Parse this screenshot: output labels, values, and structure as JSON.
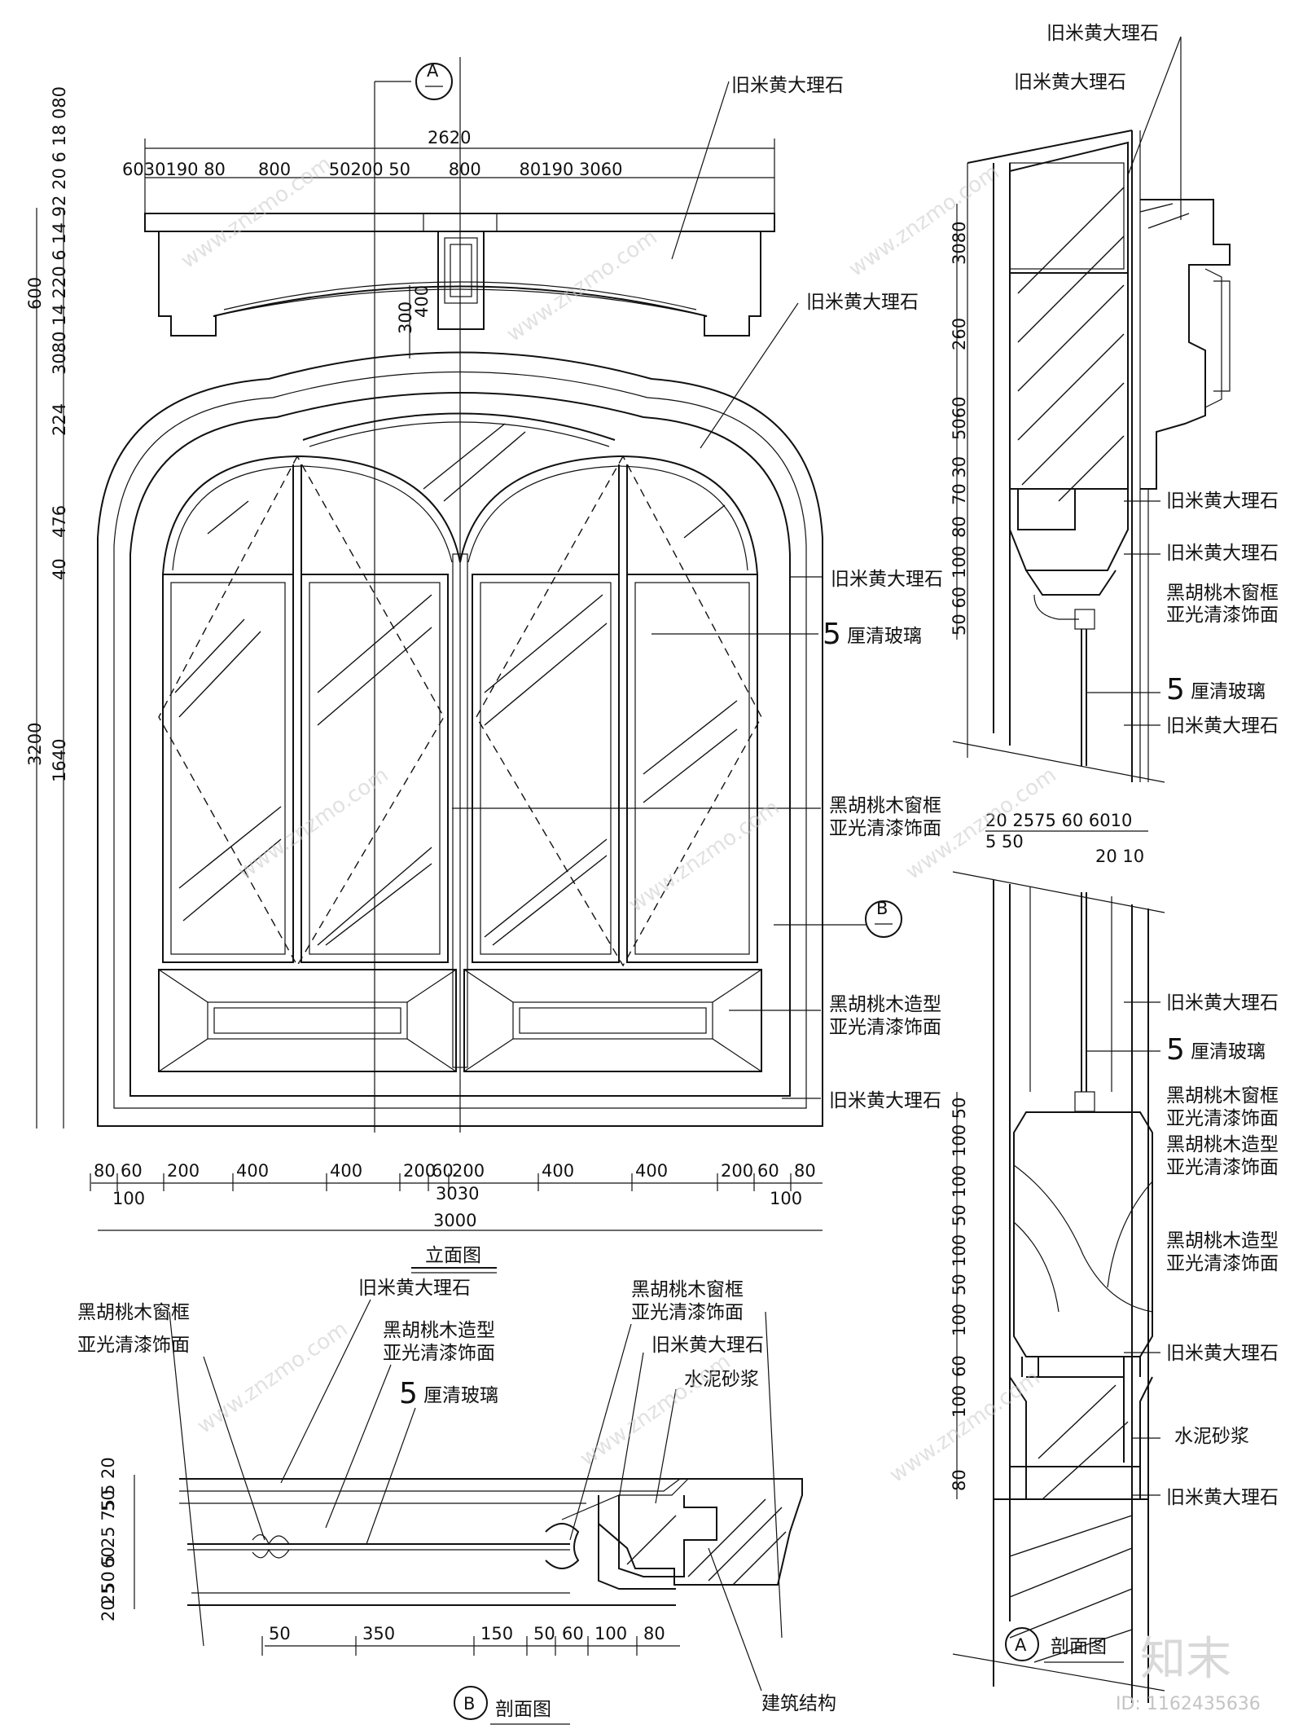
{
  "labels": {
    "marble": "旧米黄大理石",
    "glass_5mm": "厘清玻璃",
    "glass_num": "5",
    "frame_line1": "黑胡桃木窗框",
    "frame_line2": "亚光清漆饰面",
    "shape_line1": "黑胡桃木造型",
    "shape_line2": "亚光清漆饰面",
    "mortar": "水泥砂浆",
    "structure": "建筑结构"
  },
  "titles": {
    "elevation": "立面图",
    "section": "剖面图",
    "marker_a": "A",
    "marker_b": "B"
  },
  "dims": {
    "top_total": "2620",
    "top_parts": "6030190 80      800       50200 50       800       80190 3060",
    "height_total": "3200",
    "height_1640": "1640",
    "left_600": "600",
    "left_476": "476",
    "left_224": "224",
    "left_40": "40",
    "left_parts_top": "3080 14 220 6 14 92 20 6 18 080",
    "v300": "300",
    "v400": "400",
    "bottom_row": [
      "80",
      "60",
      "200",
      "400",
      "400",
      "200",
      "60",
      "200",
      "400",
      "400",
      "200",
      "60",
      "80"
    ],
    "bottom_100_left": "100",
    "bottom_100_right": "100",
    "bottom_3030": "3030",
    "bottom_3000": "3000",
    "sec_a_top_row": "20 2575 60 6010",
    "sec_a_550": "5 50",
    "sec_a_2010": "20 10",
    "sec_a_right_dims": [
      "3080",
      "260",
      "5060",
      "70 30",
      "80",
      "100",
      "50 60"
    ],
    "sec_a_lower_dims": [
      "100 50",
      "100",
      "50",
      "100",
      "50",
      "100",
      "60",
      "100",
      "80"
    ],
    "sec_b_dims": [
      "50",
      "350",
      "150",
      "50",
      "60",
      "100",
      "80"
    ],
    "sec_b_left_dims": [
      "5 20",
      "50",
      "25 75",
      "60",
      "50 5",
      "25",
      "20"
    ]
  },
  "watermark": {
    "brand": "知末",
    "id_text": "ID: 1162435636",
    "site": "www.znzmo.com"
  }
}
